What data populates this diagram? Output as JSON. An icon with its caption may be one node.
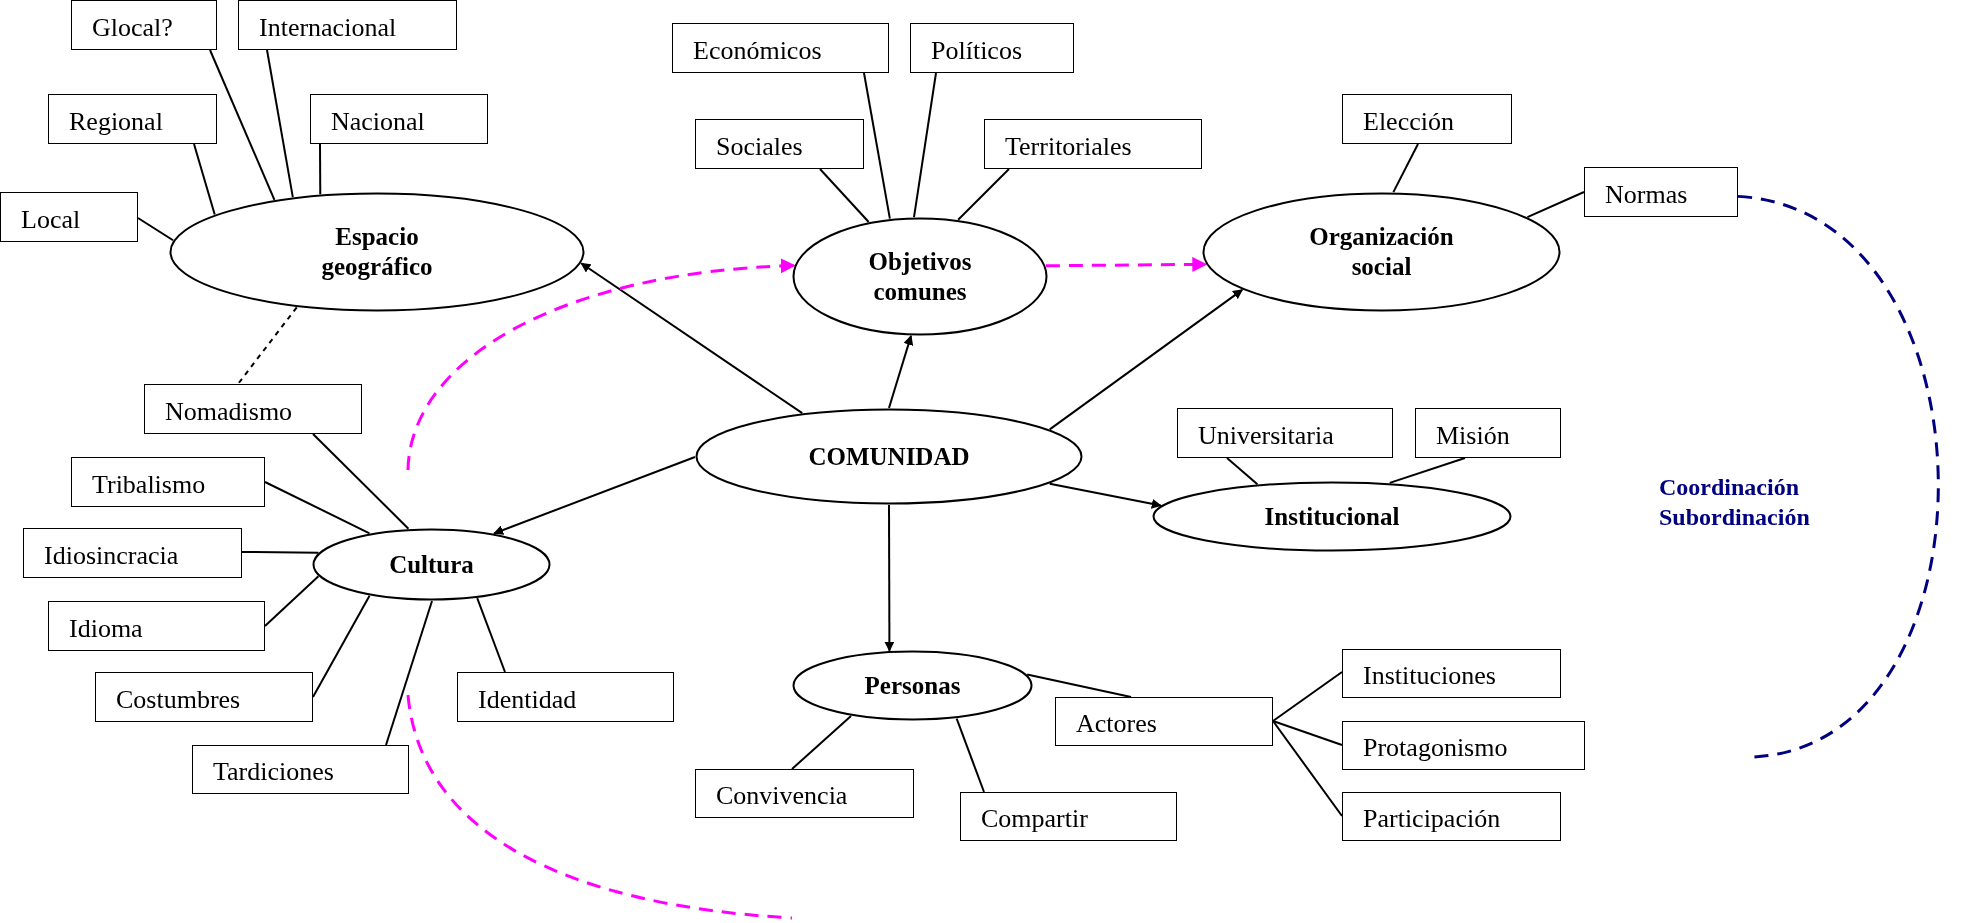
{
  "diagram": {
    "nodes": [
      {
        "text": [
          "Glocal?"
        ]
      },
      {
        "text": [
          "Internacional"
        ]
      },
      {
        "text": [
          "Económicos"
        ]
      },
      {
        "text": [
          "Políticos"
        ]
      },
      {
        "text": [
          "Regional"
        ]
      },
      {
        "text": [
          "Nacional"
        ]
      },
      {
        "text": [
          "Sociales"
        ]
      },
      {
        "text": [
          "Territoriales"
        ]
      },
      {
        "text": [
          "Elección"
        ]
      },
      {
        "text": [
          "Normas"
        ]
      },
      {
        "text": [
          "Local"
        ]
      },
      {
        "text": [
          "Espacio geográfico"
        ]
      },
      {
        "text": [
          "Objetivos comunes"
        ]
      },
      {
        "text": [
          "Organización social"
        ]
      },
      {
        "text": [
          "Nomadismo"
        ]
      },
      {
        "text": [
          "COMUNIDAD"
        ]
      },
      {
        "text": [
          "Universitaria"
        ]
      },
      {
        "text": [
          "Misión"
        ]
      },
      {
        "text": [
          "Tribalismo"
        ]
      },
      {
        "text": [
          "Institucional"
        ]
      },
      {
        "text": [
          "Idiosincracia"
        ]
      },
      {
        "text": [
          "Cultura"
        ]
      },
      {
        "text": [
          "Idioma"
        ]
      },
      {
        "text": [
          "Costumbres"
        ]
      },
      {
        "text": [
          "Identidad"
        ]
      },
      {
        "text": [
          "Instituciones"
        ]
      },
      {
        "text": [
          "Personas"
        ]
      },
      {
        "text": [
          "Actores"
        ]
      },
      {
        "text": [
          "Protagonismo"
        ]
      },
      {
        "text": [
          "Tardiciones"
        ]
      },
      {
        "text": [
          "Convivencia"
        ]
      },
      {
        "text": [
          "Compartir"
        ]
      },
      {
        "text": [
          "Participación"
        ]
      }
    ],
    "edges": [
      {
        "from": 15,
        "to": 11,
        "arrow": "to"
      },
      {
        "from": 15,
        "to": 12,
        "arrow": "to"
      },
      {
        "from": 15,
        "to": 13,
        "arrow": "to"
      },
      {
        "from": 15,
        "to": 19,
        "arrow": "to"
      },
      {
        "from": 15,
        "to": 26,
        "arrow": "to"
      },
      {
        "from": 15,
        "to": 21,
        "arrow": "to"
      },
      {
        "from": 0,
        "to": 11,
        "arrow": "none"
      },
      {
        "from": 1,
        "to": 11,
        "arrow": "none"
      },
      {
        "from": 4,
        "to": 11,
        "arrow": "none"
      },
      {
        "from": 5,
        "to": 11,
        "arrow": "none"
      },
      {
        "from": 10,
        "to": 11,
        "arrow": "none"
      },
      {
        "from": 11,
        "to": 14,
        "arrow": "none",
        "style": "dashed"
      },
      {
        "from": 2,
        "to": 12,
        "arrow": "none"
      },
      {
        "from": 3,
        "to": 12,
        "arrow": "none"
      },
      {
        "from": 6,
        "to": 12,
        "arrow": "none"
      },
      {
        "from": 7,
        "to": 12,
        "arrow": "none"
      },
      {
        "from": 8,
        "to": 13,
        "arrow": "none"
      },
      {
        "from": 9,
        "to": 13,
        "arrow": "none"
      },
      {
        "from": 16,
        "to": 19,
        "arrow": "none"
      },
      {
        "from": 17,
        "to": 19,
        "arrow": "none"
      },
      {
        "from": 14,
        "to": 21,
        "arrow": "none"
      },
      {
        "from": 18,
        "to": 21,
        "arrow": "none"
      },
      {
        "from": 20,
        "to": 21,
        "arrow": "none"
      },
      {
        "from": 22,
        "to": 21,
        "arrow": "none"
      },
      {
        "from": 23,
        "to": 21,
        "arrow": "none"
      },
      {
        "from": 29,
        "to": 21,
        "arrow": "none"
      },
      {
        "from": 24,
        "to": 21,
        "arrow": "none"
      },
      {
        "from": 26,
        "to": 27,
        "arrow": "none"
      },
      {
        "from": 26,
        "to": 30,
        "arrow": "none"
      },
      {
        "from": 26,
        "to": 31,
        "arrow": "none"
      },
      {
        "from": 27,
        "to": 25,
        "arrow": "none"
      },
      {
        "from": 27,
        "to": 28,
        "arrow": "none"
      },
      {
        "from": 27,
        "to": 32,
        "arrow": "none"
      },
      {
        "from": null,
        "to": 12,
        "arrow": "to",
        "style": "dashed",
        "color": "#ff00ff"
      },
      {
        "from": 12,
        "to": 13,
        "arrow": "to",
        "style": "dashed",
        "color": "#ff00ff"
      },
      {
        "from": 9,
        "to": null,
        "arrow": "none",
        "style": "dashed",
        "color": "#000080"
      }
    ],
    "labels": [
      "Coordinación Subordinación"
    ]
  }
}
